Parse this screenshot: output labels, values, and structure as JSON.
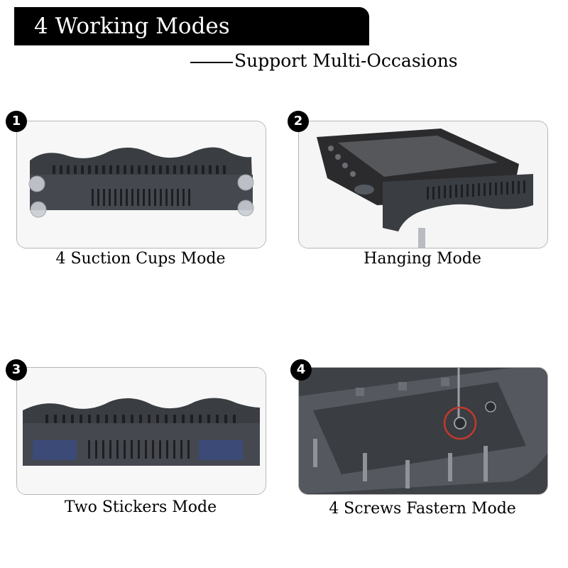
{
  "header": {
    "title": "4 Working Modes",
    "subtitle": "Support Multi-Occasions"
  },
  "modes": [
    {
      "number": "1",
      "caption": "4 Suction Cups Mode"
    },
    {
      "number": "2",
      "caption": "Hanging Mode"
    },
    {
      "number": "3",
      "caption": "Two Stickers Mode"
    },
    {
      "number": "4",
      "caption": "4 Screws Fastern Mode"
    }
  ],
  "colors": {
    "banner": "#000000",
    "product": "#3a3d42",
    "sticker": "#3c4a78",
    "highlight_circle": "#c0392b"
  }
}
